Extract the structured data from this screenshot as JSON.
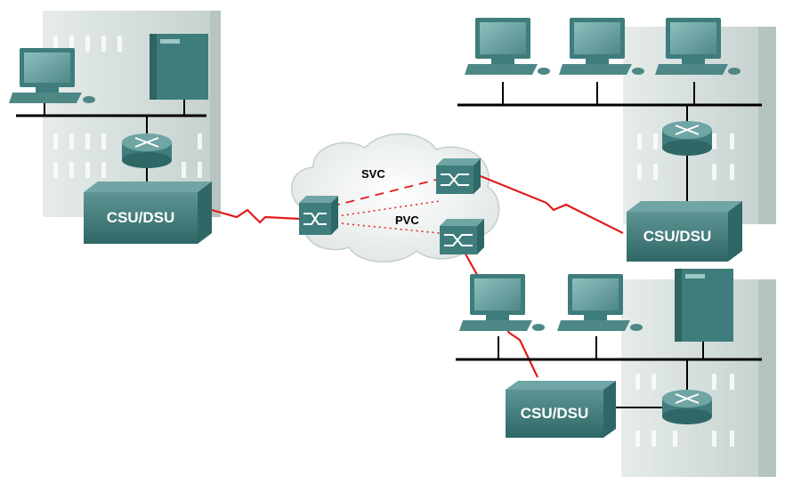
{
  "cloud": {
    "svc_label": "SVC",
    "pvc_label": "PVC"
  },
  "sites": {
    "left": {
      "device_label": "CSU/DSU"
    },
    "top_right": {
      "device_label": "CSU/DSU"
    },
    "bottom_right": {
      "device_label": "CSU/DSU"
    }
  },
  "colors": {
    "device_teal": "#3e7d7c",
    "device_teal_light": "#6fa5a4",
    "building": "#cfd9d7",
    "wan_link": "#e01c1c",
    "lan_bus": "#000000",
    "cloud_fill": "#f1f4f3"
  }
}
